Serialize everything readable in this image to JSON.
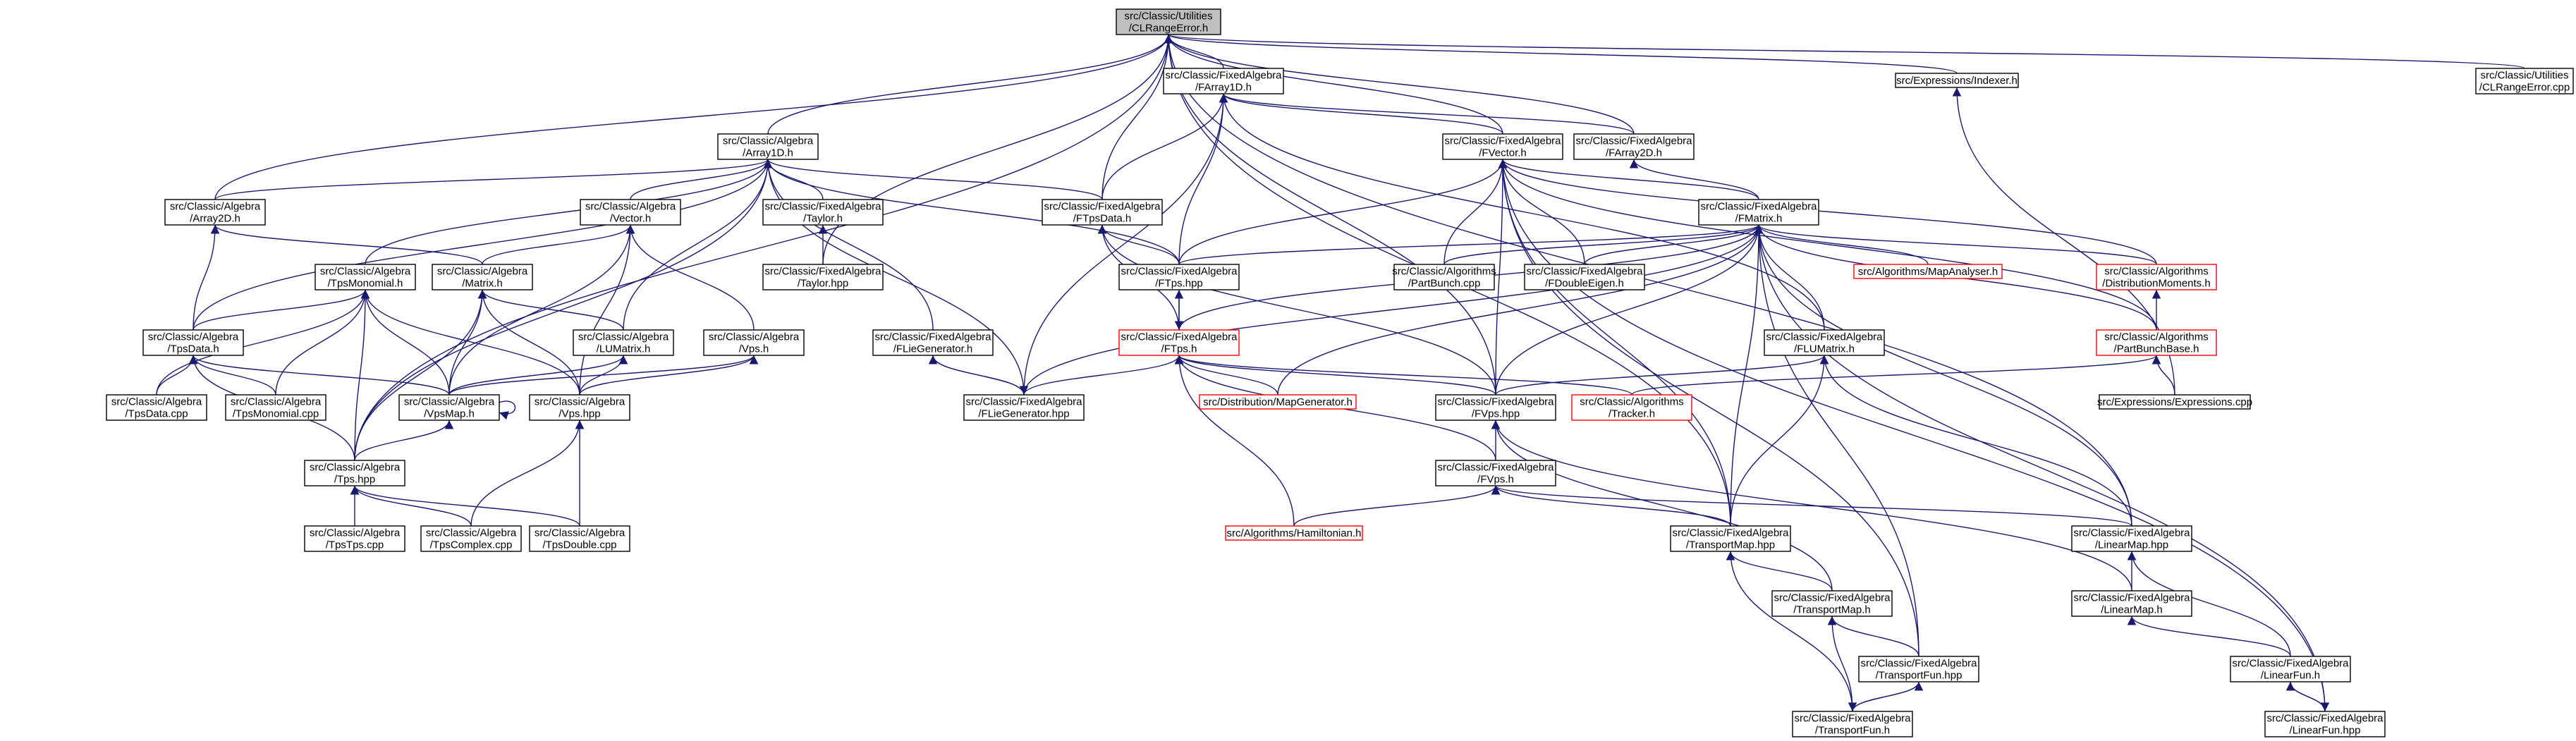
{
  "colors": {
    "edge": "#191970",
    "node_border": "#000000",
    "highlight_border": "#ff0000",
    "root_fill": "#bfbfbf"
  },
  "nodes": [
    {
      "id": "root",
      "lines": [
        "src/Classic/Utilities",
        "/CLRangeError.h"
      ],
      "style": "root"
    },
    {
      "id": "fa1d",
      "lines": [
        "src/Classic/FixedAlgebra",
        "/FArray1D.h"
      ]
    },
    {
      "id": "exprind",
      "lines": [
        "src/Expressions/Indexer.h"
      ]
    },
    {
      "id": "clrcpp",
      "lines": [
        "src/Classic/Utilities",
        "/CLRangeError.cpp"
      ]
    },
    {
      "id": "a1d",
      "lines": [
        "src/Classic/Algebra",
        "/Array1D.h"
      ]
    },
    {
      "id": "fvec",
      "lines": [
        "src/Classic/FixedAlgebra",
        "/FVector.h"
      ]
    },
    {
      "id": "fa2d",
      "lines": [
        "src/Classic/FixedAlgebra",
        "/FArray2D.h"
      ]
    },
    {
      "id": "a2d",
      "lines": [
        "src/Classic/Algebra",
        "/Array2D.h"
      ]
    },
    {
      "id": "vech",
      "lines": [
        "src/Classic/Algebra",
        "/Vector.h"
      ]
    },
    {
      "id": "fatay",
      "lines": [
        "src/Classic/FixedAlgebra",
        "/Taylor.h"
      ]
    },
    {
      "id": "ftpsd",
      "lines": [
        "src/Classic/FixedAlgebra",
        "/FTpsData.h"
      ]
    },
    {
      "id": "fmat",
      "lines": [
        "src/Classic/FixedAlgebra",
        "/FMatrix.h"
      ]
    },
    {
      "id": "tpsmon",
      "lines": [
        "src/Classic/Algebra",
        "/TpsMonomial.h"
      ]
    },
    {
      "id": "math",
      "lines": [
        "src/Classic/Algebra",
        "/Matrix.h"
      ]
    },
    {
      "id": "tayhpp",
      "lines": [
        "src/Classic/FixedAlgebra",
        "/Taylor.hpp"
      ]
    },
    {
      "id": "ftpshpp",
      "lines": [
        "src/Classic/FixedAlgebra",
        "/FTps.hpp"
      ]
    },
    {
      "id": "pbcpp",
      "lines": [
        "src/Classic/Algorithms",
        "/PartBunch.cpp"
      ]
    },
    {
      "id": "fdeig",
      "lines": [
        "src/Classic/FixedAlgebra",
        "/FDoubleEigen.h"
      ]
    },
    {
      "id": "mapan",
      "lines": [
        "src/Algorithms/MapAnalyser.h"
      ],
      "style": "red"
    },
    {
      "id": "distm",
      "lines": [
        "src/Classic/Algorithms",
        "/DistributionMoments.h"
      ],
      "style": "red"
    },
    {
      "id": "tpsdata",
      "lines": [
        "src/Classic/Algebra",
        "/TpsData.h"
      ]
    },
    {
      "id": "lumat",
      "lines": [
        "src/Classic/Algebra",
        "/LUMatrix.h"
      ]
    },
    {
      "id": "vpsh",
      "lines": [
        "src/Classic/Algebra",
        "/Vps.h"
      ]
    },
    {
      "id": "fliegen",
      "lines": [
        "src/Classic/FixedAlgebra",
        "/FLieGenerator.h"
      ]
    },
    {
      "id": "ftpsh",
      "lines": [
        "src/Classic/FixedAlgebra",
        "/FTps.h"
      ],
      "style": "red"
    },
    {
      "id": "flumat",
      "lines": [
        "src/Classic/FixedAlgebra",
        "/FLUMatrix.h"
      ]
    },
    {
      "id": "pbbase",
      "lines": [
        "src/Classic/Algorithms",
        "/PartBunchBase.h"
      ],
      "style": "red"
    },
    {
      "id": "tpsdcpp",
      "lines": [
        "src/Classic/Algebra",
        "/TpsData.cpp"
      ]
    },
    {
      "id": "tpsmcpp",
      "lines": [
        "src/Classic/Algebra",
        "/TpsMonomial.cpp"
      ]
    },
    {
      "id": "vpsmap",
      "lines": [
        "src/Classic/Algebra",
        "/VpsMap.h"
      ]
    },
    {
      "id": "vpshpp",
      "lines": [
        "src/Classic/Algebra",
        "/Vps.hpp"
      ]
    },
    {
      "id": "flghpp",
      "lines": [
        "src/Classic/FixedAlgebra",
        "/FLieGenerator.hpp"
      ]
    },
    {
      "id": "distmg",
      "lines": [
        "src/Distribution/MapGenerator.h"
      ],
      "style": "red"
    },
    {
      "id": "fvpshpp",
      "lines": [
        "src/Classic/FixedAlgebra",
        "/FVps.hpp"
      ]
    },
    {
      "id": "tracker",
      "lines": [
        "src/Classic/Algorithms",
        "/Tracker.h"
      ],
      "style": "red"
    },
    {
      "id": "exprcpp",
      "lines": [
        "src/Expressions/Expressions.cpp"
      ]
    },
    {
      "id": "tpshpp",
      "lines": [
        "src/Classic/Algebra",
        "/Tps.hpp"
      ]
    },
    {
      "id": "fvpsh",
      "lines": [
        "src/Classic/FixedAlgebra",
        "/FVps.h"
      ]
    },
    {
      "id": "tpstps",
      "lines": [
        "src/Classic/Algebra",
        "/TpsTps.cpp"
      ]
    },
    {
      "id": "tpscpx",
      "lines": [
        "src/Classic/Algebra",
        "/TpsComplex.cpp"
      ]
    },
    {
      "id": "tpsdbl",
      "lines": [
        "src/Classic/Algebra",
        "/TpsDouble.cpp"
      ]
    },
    {
      "id": "hamil",
      "lines": [
        "src/Algorithms/Hamiltonian.h"
      ],
      "style": "red"
    },
    {
      "id": "tmaphpp",
      "lines": [
        "src/Classic/FixedAlgebra",
        "/TransportMap.hpp"
      ]
    },
    {
      "id": "lmaphpp",
      "lines": [
        "src/Classic/FixedAlgebra",
        "/LinearMap.hpp"
      ]
    },
    {
      "id": "tmaph",
      "lines": [
        "src/Classic/FixedAlgebra",
        "/TransportMap.h"
      ]
    },
    {
      "id": "lmaph",
      "lines": [
        "src/Classic/FixedAlgebra",
        "/LinearMap.h"
      ]
    },
    {
      "id": "tfunhpp",
      "lines": [
        "src/Classic/FixedAlgebra",
        "/TransportFun.hpp"
      ]
    },
    {
      "id": "lfunh",
      "lines": [
        "src/Classic/FixedAlgebra",
        "/LinearFun.h"
      ]
    },
    {
      "id": "tfunh",
      "lines": [
        "src/Classic/FixedAlgebra",
        "/TransportFun.h"
      ]
    },
    {
      "id": "lfunhpp",
      "lines": [
        "src/Classic/FixedAlgebra",
        "/LinearFun.hpp"
      ]
    }
  ],
  "edges": [
    [
      "fa1d",
      "root"
    ],
    [
      "exprind",
      "root"
    ],
    [
      "clrcpp",
      "root"
    ],
    [
      "a1d",
      "root"
    ],
    [
      "fa2d",
      "root"
    ],
    [
      "a2d",
      "root"
    ],
    [
      "fvec",
      "root"
    ],
    [
      "tpshpp",
      "root"
    ],
    [
      "fvpshpp",
      "root"
    ],
    [
      "tmaphpp",
      "root"
    ],
    [
      "lmaphpp",
      "root"
    ],
    [
      "ftpsd",
      "root"
    ],
    [
      "tayhpp",
      "root"
    ],
    [
      "fvec",
      "fa1d"
    ],
    [
      "fa2d",
      "fa1d"
    ],
    [
      "ftpsd",
      "fa1d"
    ],
    [
      "ftpshpp",
      "fa1d"
    ],
    [
      "flghpp",
      "fa1d"
    ],
    [
      "flumat",
      "fa1d"
    ],
    [
      "exprcpp",
      "exprind"
    ],
    [
      "a2d",
      "a1d"
    ],
    [
      "vech",
      "a1d"
    ],
    [
      "fatay",
      "a1d"
    ],
    [
      "ftpsd",
      "a1d"
    ],
    [
      "tpsmon",
      "a1d"
    ],
    [
      "tpsdata",
      "a1d"
    ],
    [
      "lumat",
      "a1d"
    ],
    [
      "fliegen",
      "a1d"
    ],
    [
      "flghpp",
      "a1d"
    ],
    [
      "ftpshpp",
      "a1d"
    ],
    [
      "tpshpp",
      "a1d"
    ],
    [
      "fmat",
      "fa2d"
    ],
    [
      "fmat",
      "fvec"
    ],
    [
      "ftpshpp",
      "fvec"
    ],
    [
      "pbcpp",
      "fvec"
    ],
    [
      "fdeig",
      "fvec"
    ],
    [
      "fvpshpp",
      "fvec"
    ],
    [
      "tmaphpp",
      "fvec"
    ],
    [
      "pbbase",
      "fvec"
    ],
    [
      "distm",
      "fvec"
    ],
    [
      "tfunhpp",
      "fvec"
    ],
    [
      "lfunhpp",
      "fvec"
    ],
    [
      "tpsdata",
      "a2d"
    ],
    [
      "math",
      "a2d"
    ],
    [
      "math",
      "vech"
    ],
    [
      "vpsh",
      "vech"
    ],
    [
      "vpshpp",
      "vech"
    ],
    [
      "vpsmap",
      "vech"
    ],
    [
      "tayhpp",
      "fatay"
    ],
    [
      "ftpshpp",
      "ftpsd"
    ],
    [
      "ftpsh",
      "ftpsd"
    ],
    [
      "fvpshpp",
      "ftpsd"
    ],
    [
      "ftpshpp",
      "fmat"
    ],
    [
      "pbcpp",
      "fmat"
    ],
    [
      "fdeig",
      "fmat"
    ],
    [
      "mapan",
      "fmat"
    ],
    [
      "distm",
      "fmat"
    ],
    [
      "flumat",
      "fmat"
    ],
    [
      "ftpsh",
      "fmat"
    ],
    [
      "fvpshpp",
      "fmat"
    ],
    [
      "flghpp",
      "fmat"
    ],
    [
      "distmg",
      "fmat"
    ],
    [
      "tmaphpp",
      "fmat"
    ],
    [
      "lmaphpp",
      "fmat"
    ],
    [
      "pbbase",
      "fmat"
    ],
    [
      "tfunhpp",
      "fmat"
    ],
    [
      "lfunhpp",
      "fmat"
    ],
    [
      "tpsdata",
      "tpsmon"
    ],
    [
      "tpsdcpp",
      "tpsmon"
    ],
    [
      "tpsmcpp",
      "tpsmon"
    ],
    [
      "vpsmap",
      "tpsmon"
    ],
    [
      "vpshpp",
      "tpsmon"
    ],
    [
      "tpshpp",
      "tpsmon"
    ],
    [
      "lumat",
      "math"
    ],
    [
      "vpsmap",
      "math"
    ],
    [
      "vpshpp",
      "math"
    ],
    [
      "tpshpp",
      "math"
    ],
    [
      "ftpsh",
      "ftpshpp"
    ],
    [
      "pbbase",
      "distm"
    ],
    [
      "tpsdcpp",
      "tpsdata"
    ],
    [
      "tpsmcpp",
      "tpsdata"
    ],
    [
      "vpsmap",
      "tpsdata"
    ],
    [
      "tpshpp",
      "tpsdata"
    ],
    [
      "vpsmap",
      "lumat"
    ],
    [
      "vpshpp",
      "lumat"
    ],
    [
      "vpsmap",
      "vpsh"
    ],
    [
      "vpshpp",
      "vpsh"
    ],
    [
      "flghpp",
      "fliegen"
    ],
    [
      "ftpshpp",
      "ftpsh"
    ],
    [
      "flghpp",
      "ftpsh"
    ],
    [
      "distmg",
      "ftpsh"
    ],
    [
      "fvpshpp",
      "ftpsh"
    ],
    [
      "fvpsh",
      "ftpsh"
    ],
    [
      "tracker",
      "ftpsh"
    ],
    [
      "hamil",
      "ftpsh"
    ],
    [
      "fvpshpp",
      "flumat"
    ],
    [
      "tmaphpp",
      "flumat"
    ],
    [
      "lmaphpp",
      "flumat"
    ],
    [
      "tracker",
      "pbbase"
    ],
    [
      "exprcpp",
      "pbbase"
    ],
    [
      "vpsmap",
      "vpsmap"
    ],
    [
      "tpshpp",
      "vpsmap"
    ],
    [
      "tpscpx",
      "vpshpp"
    ],
    [
      "tpsdbl",
      "vpshpp"
    ],
    [
      "fliegen",
      "flghpp"
    ],
    [
      "fvpsh",
      "fvpshpp"
    ],
    [
      "tmaph",
      "fvpshpp"
    ],
    [
      "lmaph",
      "fvpshpp"
    ],
    [
      "tpstps",
      "tpshpp"
    ],
    [
      "tpscpx",
      "tpshpp"
    ],
    [
      "tpsdbl",
      "tpshpp"
    ],
    [
      "hamil",
      "fvpsh"
    ],
    [
      "tmaphpp",
      "fvpsh"
    ],
    [
      "lmaphpp",
      "fvpsh"
    ],
    [
      "tmaph",
      "tmaphpp"
    ],
    [
      "tfunh",
      "tmaphpp"
    ],
    [
      "lmaph",
      "lmaphpp"
    ],
    [
      "lfunh",
      "lmaphpp"
    ],
    [
      "tfunhpp",
      "tmaph"
    ],
    [
      "tfunh",
      "tmaph"
    ],
    [
      "lfunh",
      "lmaph"
    ],
    [
      "tfunh",
      "tfunhpp"
    ],
    [
      "tfunhpp",
      "tfunh"
    ],
    [
      "lfunhpp",
      "lfunh"
    ],
    [
      "lfunh",
      "lfunhpp"
    ]
  ]
}
